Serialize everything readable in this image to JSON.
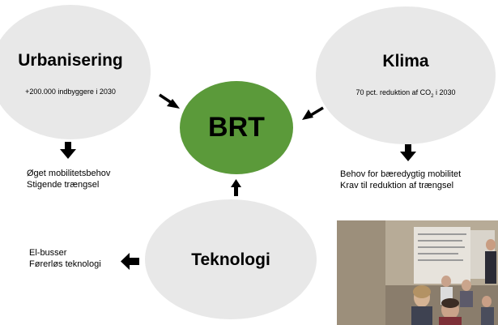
{
  "diagram": {
    "urbanisering": {
      "title": "Urbanisering",
      "subtitle": "+200.000 indbyggere i 2030",
      "effects": [
        "Øget mobilitetsbehov",
        "Stigende trængsel"
      ]
    },
    "klima": {
      "title": "Klima",
      "subtitle_before": "70 pct. reduktion af CO",
      "subtitle_sub": "2",
      "subtitle_after": " i 2030",
      "effects": [
        "Behov for bæredygtig mobilitet",
        "Krav til reduktion af trængsel"
      ]
    },
    "center": {
      "label": "BRT"
    },
    "teknologi": {
      "title": "Teknologi",
      "effects": [
        "El-busser",
        "Førerløs teknologi"
      ]
    }
  },
  "colors": {
    "center_fill": "#5b9a3a",
    "node_fill": "#e8e8e8",
    "arrow": "#000000"
  }
}
